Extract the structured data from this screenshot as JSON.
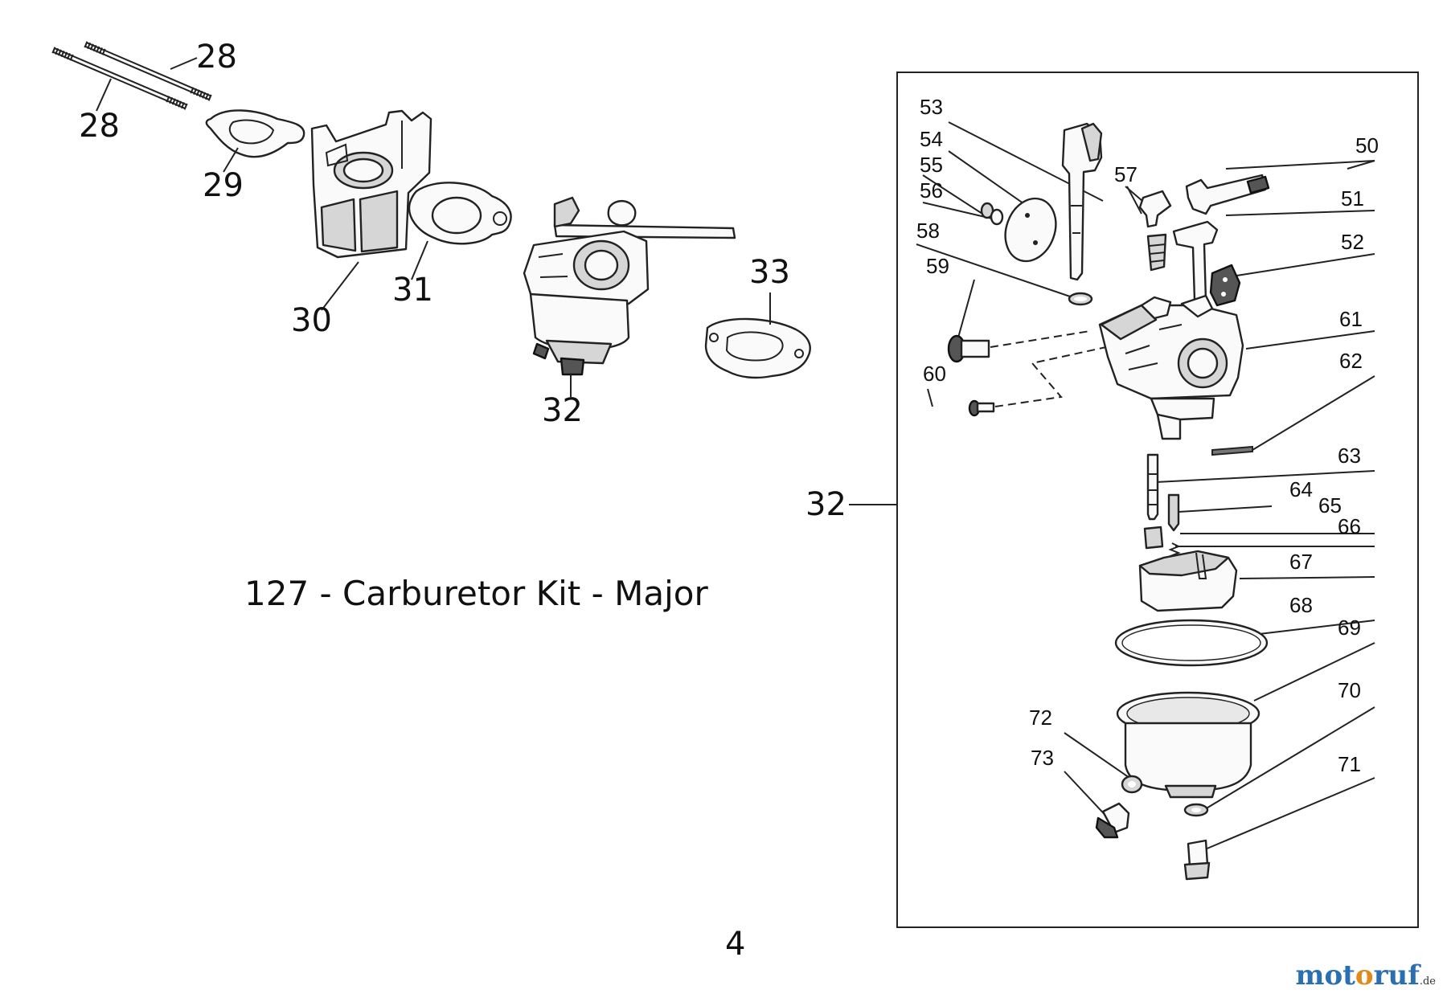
{
  "title": "127 - Carburetor Kit - Major",
  "page_number": "4",
  "logo": {
    "part1": "mot",
    "part2": "o",
    "part3": "ruf",
    "suffix": ".de"
  },
  "exploded_labels": [
    {
      "id": "28a",
      "text": "28"
    },
    {
      "id": "28b",
      "text": "28"
    },
    {
      "id": "29",
      "text": "29"
    },
    {
      "id": "30",
      "text": "30"
    },
    {
      "id": "31",
      "text": "31"
    },
    {
      "id": "32",
      "text": "32"
    },
    {
      "id": "33",
      "text": "33"
    }
  ],
  "detail_box": {
    "assembly_label": "32",
    "labels": [
      "50",
      "51",
      "52",
      "53",
      "54",
      "55",
      "56",
      "57",
      "58",
      "59",
      "60",
      "61",
      "62",
      "63",
      "64",
      "65",
      "66",
      "67",
      "68",
      "69",
      "70",
      "71",
      "72",
      "73"
    ]
  }
}
